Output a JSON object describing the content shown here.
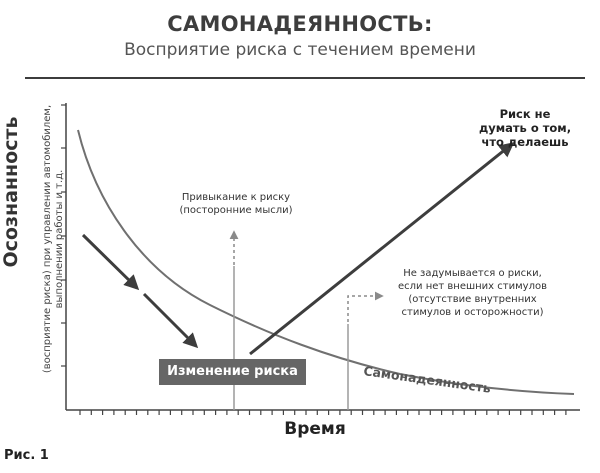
{
  "header": {
    "title": "САМОНАДЕЯННОСТЬ:",
    "subtitle": "Восприятие риска с течением времени"
  },
  "figure_label": "Рис. 1",
  "axes": {
    "y_title": "Осознанность",
    "y_note": "(восприятие риска) при управлении автомобилем, выполнении работы и т.д.",
    "x_title": "Время"
  },
  "labels": {
    "habituation": "Привыкание к риску (посторонние мысли)",
    "no_thinking": "Не задумывается о риски, если нет внешних стимулов (отсутствие внутренних стимулов и осторожности)",
    "risk_not_thinking": "Риск не думать о том, что делаешь",
    "risk_change": "Изменение риска",
    "complacency_curve": "Самонадеянность"
  },
  "colors": {
    "axis": "#444444",
    "curve": "#707070",
    "arrow": "#3d3d3d",
    "guide": "#9a9a9a",
    "box": "#666666"
  }
}
